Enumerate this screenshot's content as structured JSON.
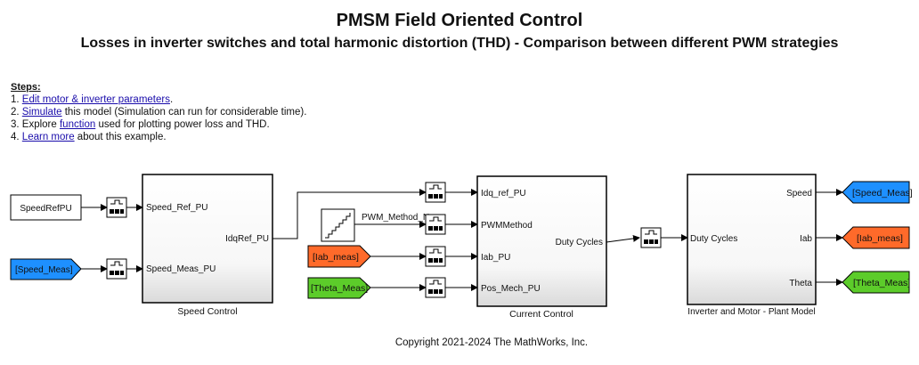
{
  "header": {
    "title": "PMSM Field Oriented Control",
    "subtitle": "Losses in inverter switches and total harmonic distortion (THD) - Comparison between different PWM strategies"
  },
  "steps": {
    "heading": "Steps:",
    "items": [
      {
        "num": "1. ",
        "link": "Edit motor & inverter parameters",
        "after": "."
      },
      {
        "num": "2. ",
        "link": "Simulate",
        "after": " this model (Simulation can run for considerable time)."
      },
      {
        "num": "3. Explore ",
        "link": "function",
        "after": " used for plotting power loss and THD."
      },
      {
        "num": "4. ",
        "link": "Learn more",
        "after": " about this example."
      }
    ]
  },
  "blocks": {
    "speed_ref": "SpeedRefPU",
    "speed_meas_tag": "[Speed_Meas]",
    "iab_meas_tag": "[Iab_meas]",
    "theta_meas_tag": "[Theta_Meas]",
    "pwm_signal": "PWM_Method_Num",
    "speed_control": {
      "name": "Speed Control",
      "in1": "Speed_Ref_PU",
      "in2": "Speed_Meas_PU",
      "out1": "IdqRef_PU"
    },
    "current_control": {
      "name": "Current Control",
      "in1": "Idq_ref_PU",
      "in2": "PWMMethod",
      "in3": "Iab_PU",
      "in4": "Pos_Mech_PU",
      "out1": "Duty Cycles"
    },
    "plant": {
      "name": "Inverter and Motor - Plant Model",
      "in1": "Duty Cycles",
      "out1": "Speed",
      "out2": "Iab",
      "out3": "Theta"
    },
    "goto_speed": "[Speed_Meas]",
    "goto_iab": "[Iab_meas]",
    "goto_theta": "[Theta_Meas]"
  },
  "colors": {
    "blue_tag": "#1e90ff",
    "orange_tag": "#ff6a2a",
    "green_tag": "#5ccc2a",
    "link": "#1a0dab"
  },
  "footer": {
    "copyright": "Copyright 2021-2024 The MathWorks, Inc."
  }
}
